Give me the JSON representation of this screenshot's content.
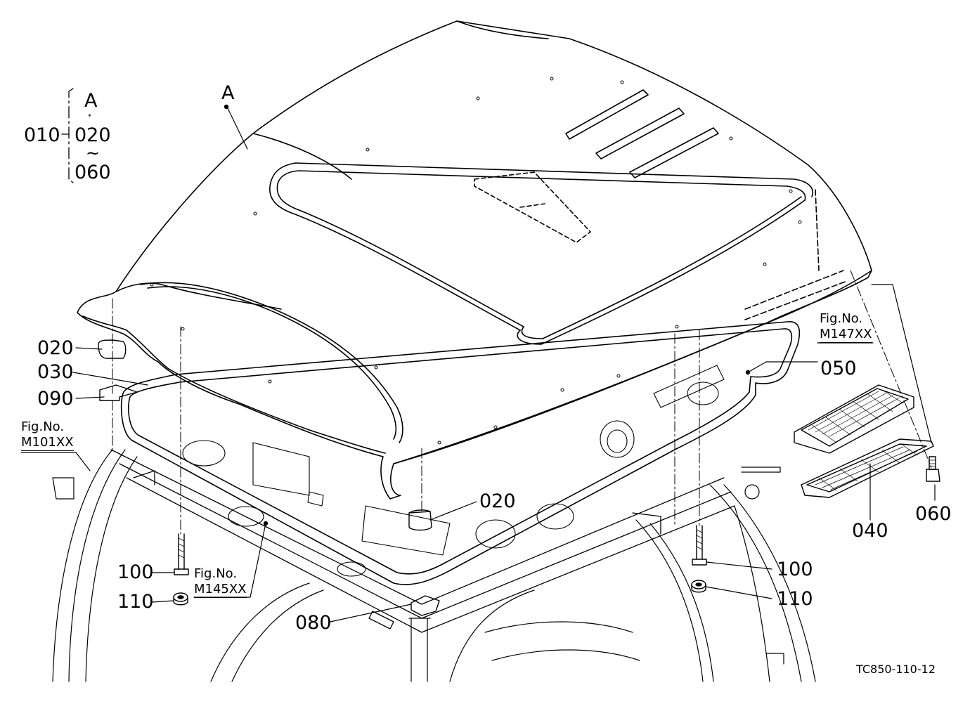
{
  "bracket_group": {
    "parent": "010",
    "top": "A",
    "dot": "·",
    "first": "020",
    "tilde": "~",
    "last": "060"
  },
  "callouts": {
    "A": "A",
    "p020_left": "020",
    "p030": "030",
    "p090": "090",
    "p020_center": "020",
    "p050": "050",
    "p040": "040",
    "p060": "060",
    "p100_left": "100",
    "p110_left": "110",
    "p100_right": "100",
    "p110_right": "110",
    "p080": "080"
  },
  "figure_refs": {
    "m101": {
      "prefix": "Fig.No.",
      "code": "M101XX"
    },
    "m145": {
      "prefix": "Fig.No.",
      "code": "M145XX"
    },
    "m147": {
      "prefix": "Fig.No.",
      "code": "M147XX"
    }
  },
  "document_id": "TC850-110-12",
  "colors": {
    "line": "#000000",
    "background": "#ffffff"
  }
}
